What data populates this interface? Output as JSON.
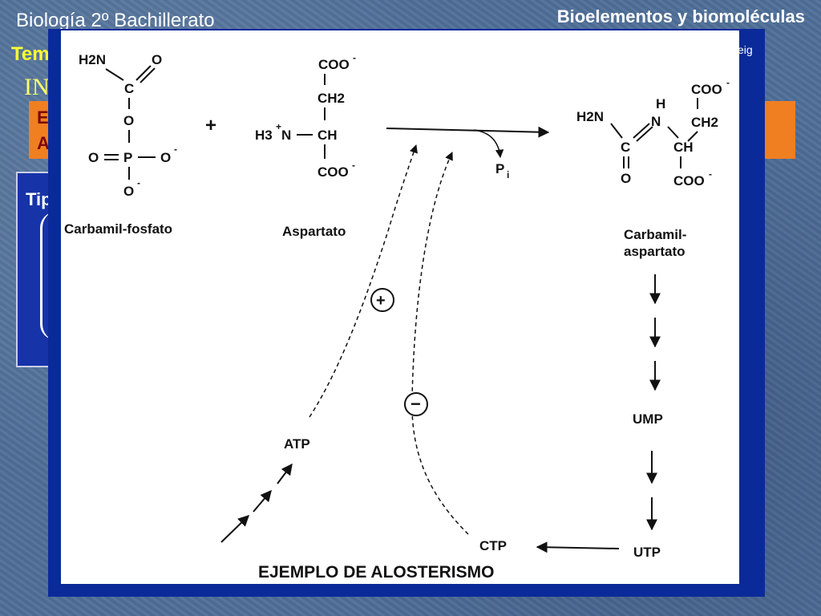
{
  "slide": {
    "course": "Biología 2º Bachillerato",
    "topic": "Bioelementos y biomoléculas",
    "tema": "Tem",
    "in_text": "IN",
    "eig": "eig",
    "orange_line1": "E",
    "orange_line2": "A",
    "blue_box_label": "Tip"
  },
  "figure": {
    "carbamil_fosfato": {
      "h2n": "H2N",
      "o_top": "O",
      "c": "C",
      "o_mid": "O",
      "o_left": "O",
      "p": "P",
      "o_right": "O",
      "o_bottom": "O",
      "label": "Carbamil-fosfato"
    },
    "plus": "+",
    "aspartato": {
      "coo_top": "COO",
      "ch2": "CH2",
      "h3n": "H3",
      "n": "N",
      "ch": "CH",
      "coo_bottom": "COO",
      "label": "Aspartato"
    },
    "pi": "P",
    "pi_sub": "i",
    "carbamil_aspartato": {
      "h2n": "H2N",
      "h": "H",
      "n": "N",
      "coo_top": "COO",
      "ch2": "CH2",
      "c": "C",
      "ch": "CH",
      "o": "O",
      "coo_bottom": "COO",
      "label_line1": "Carbamil-",
      "label_line2": "aspartato"
    },
    "activator_symbol": "+",
    "inhibitor_symbol": "−",
    "atp": "ATP",
    "ump": "UMP",
    "utp": "UTP",
    "ctp": "CTP",
    "caption": "EJEMPLO DE ALOSTERISMO"
  },
  "colors": {
    "slide_background": "#4f6f98",
    "frame": "#0b2a9a",
    "orange_box": "#f07f22",
    "title_yellow": "#ffff33"
  }
}
